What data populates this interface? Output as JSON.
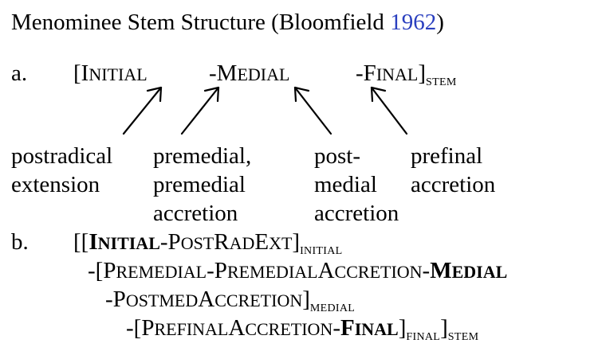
{
  "title": {
    "text": "Menominee Stem Structure (Bloomfield ",
    "citation": "1962",
    "close": ")"
  },
  "part_a": {
    "label": "a.",
    "initial": {
      "open": "[",
      "big": "I",
      "small": "NITIAL"
    },
    "medial": {
      "dash": "-",
      "big": "M",
      "small": "EDIAL"
    },
    "final": {
      "dash": "-",
      "big": "F",
      "small": "INAL",
      "close": "]",
      "sub": "STEM"
    }
  },
  "annotations": {
    "postradical": [
      "postradical",
      "extension"
    ],
    "premedial": [
      "premedial,",
      "premedial",
      "accretion"
    ],
    "postmedial": [
      "post-",
      "medial",
      "accretion"
    ],
    "prefinal": [
      "prefinal",
      "accretion"
    ]
  },
  "part_b": {
    "label": "b.",
    "line1": {
      "open": "[[",
      "b_big": "I",
      "b_small": "NITIAL",
      "dash": "-",
      "p_big": "P",
      "p_small": "OST",
      "r_big": "R",
      "r_small": "AD",
      "e_big": "E",
      "e_small": "XT",
      "close": "]",
      "sub": "INITIAL"
    },
    "line2": {
      "pre": "-[",
      "p_big": "P",
      "p_small": "REMEDIAL",
      "dash": "-",
      "p2_big": "P",
      "p2_small": "REMEDIAL",
      "a_big": "A",
      "a_small": "CCRETION",
      "dash2": "-",
      "m_big": "M",
      "m_small": "EDIAL"
    },
    "line3": {
      "dash": "-",
      "p_big": "P",
      "p_small": "OSTMED",
      "a_big": "A",
      "a_small": "CCRETION",
      "close": "]",
      "sub": "MEDIAL"
    },
    "line4": {
      "pre": "-[",
      "p_big": "P",
      "p_small": "REFINAL",
      "a_big": "A",
      "a_small": "CCRETION",
      "dash": "-",
      "f_big": "F",
      "f_small": "INAL",
      "close": "]",
      "sub": "FINAL",
      "close2": "]",
      "sub2": "STEM"
    }
  }
}
